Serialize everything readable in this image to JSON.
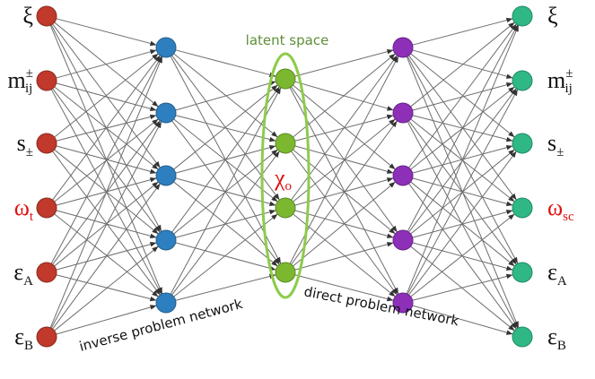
{
  "title": "latent space",
  "latent_label": {
    "main": "χ",
    "sub": "o"
  },
  "captions": {
    "inverse": "inverse problem network",
    "direct": "direct problem network"
  },
  "colors": {
    "input": "#c0392b",
    "hidden_inverse": "#2e7fbf",
    "latent": "#7cb82f",
    "hidden_direct": "#8e2fb8",
    "output": "#2fb886",
    "latent_ring": "#8dcc4a",
    "latent_title": "#5e8f38",
    "highlight_label": "#e01010"
  },
  "inputs": [
    {
      "main": "ξ",
      "sup": "",
      "sub": "",
      "highlight": false
    },
    {
      "main": "m",
      "sup": "±",
      "sub": "ij",
      "highlight": false
    },
    {
      "main": "s",
      "sup": "",
      "sub": "±",
      "highlight": false
    },
    {
      "main": "ω",
      "sup": "",
      "sub": "t",
      "highlight": true
    },
    {
      "main": "ε",
      "sup": "",
      "sub": "A",
      "highlight": false
    },
    {
      "main": "ε",
      "sup": "",
      "sub": "B",
      "highlight": false
    }
  ],
  "outputs": [
    {
      "main": "ξ",
      "sup": "",
      "sub": "",
      "highlight": false
    },
    {
      "main": "m",
      "sup": "±",
      "sub": "ij",
      "highlight": false
    },
    {
      "main": "s",
      "sup": "",
      "sub": "±",
      "highlight": false
    },
    {
      "main": "ω",
      "sup": "",
      "sub": "sc",
      "highlight": true
    },
    {
      "main": "ε",
      "sup": "",
      "sub": "A",
      "highlight": false
    },
    {
      "main": "ε",
      "sup": "",
      "sub": "B",
      "highlight": false
    }
  ],
  "layers": [
    {
      "name": "input",
      "count": 6
    },
    {
      "name": "hidden-inverse",
      "count": 5
    },
    {
      "name": "latent",
      "count": 4
    },
    {
      "name": "hidden-direct",
      "count": 5
    },
    {
      "name": "output",
      "count": 6
    }
  ]
}
